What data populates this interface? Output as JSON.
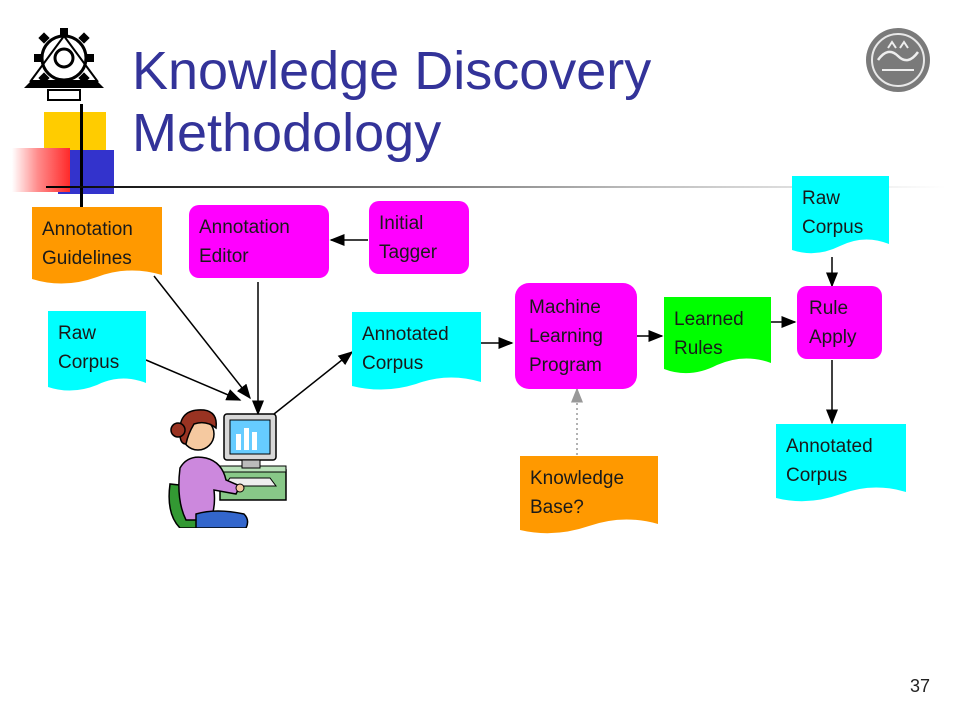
{
  "slide": {
    "title_line1": "Knowledge Discovery",
    "title_line2": "Methodology",
    "number": "37"
  },
  "nodes": {
    "annotation_guidelines": [
      "Annotation",
      "Guidelines"
    ],
    "annotation_editor": [
      "Annotation",
      "Editor"
    ],
    "initial_tagger": [
      "Initial",
      "Tagger"
    ],
    "raw_corpus_left": [
      "Raw",
      "Corpus"
    ],
    "annotated_corpus_mid": [
      "Annotated",
      "Corpus"
    ],
    "machine_learning_program": [
      "Machine",
      "Learning",
      "Program"
    ],
    "learned_rules": [
      "Learned",
      "Rules"
    ],
    "raw_corpus_right": [
      "Raw",
      "Corpus"
    ],
    "rule_apply": [
      "Rule",
      "Apply"
    ],
    "annotated_corpus_right": [
      "Annotated",
      "Corpus"
    ],
    "knowledge_base": [
      "Knowledge",
      "Base?"
    ]
  },
  "colors": {
    "title": "#333399",
    "orange": "#ff9900",
    "magenta": "#ff00ff",
    "cyan": "#00ffff",
    "green": "#00ff00",
    "rule": "#999999"
  },
  "icons": {
    "left_logo": "gear-tower-logo",
    "right_logo": "university-seal",
    "person": "person-at-computer-icon"
  }
}
